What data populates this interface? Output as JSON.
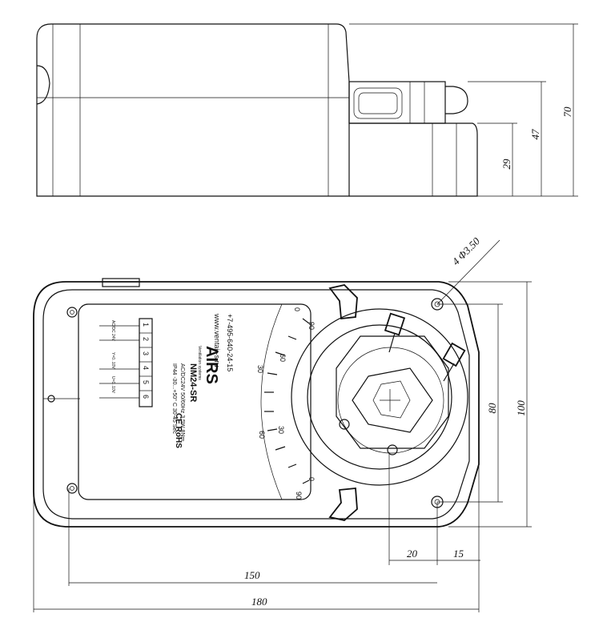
{
  "dimensions": {
    "h29": "29",
    "h47": "47",
    "h70": "70",
    "hole": "4 Φ3.50",
    "w80": "80",
    "w100": "100",
    "d20": "20",
    "d15": "15",
    "w150": "150",
    "w180": "180"
  },
  "label": {
    "brand": "AIRS",
    "brand_sub": "Ventilation systems",
    "website": "www.ventair-s.ru",
    "phone": "+7-495-640-24-15",
    "model": "NM24-SR",
    "spec1": "AC/DC24V    50/60Hz    3,5W    8Nm",
    "spec2": "IP44   -30...+50° C    30-45 Sec",
    "marks": "CE  RoHS",
    "terminals": [
      "1",
      "2",
      "3",
      "4",
      "5",
      "6"
    ],
    "wiring1": "AC/DC 24V",
    "wiring2": "Y=0..10V",
    "wiring3": "U=0..10V"
  },
  "scale": {
    "ticks_top": [
      "0",
      "30",
      "60"
    ],
    "ticks_bottom": [
      "60",
      "30",
      "0"
    ],
    "tick_far_top": "90",
    "tick_far_bottom": "90"
  }
}
